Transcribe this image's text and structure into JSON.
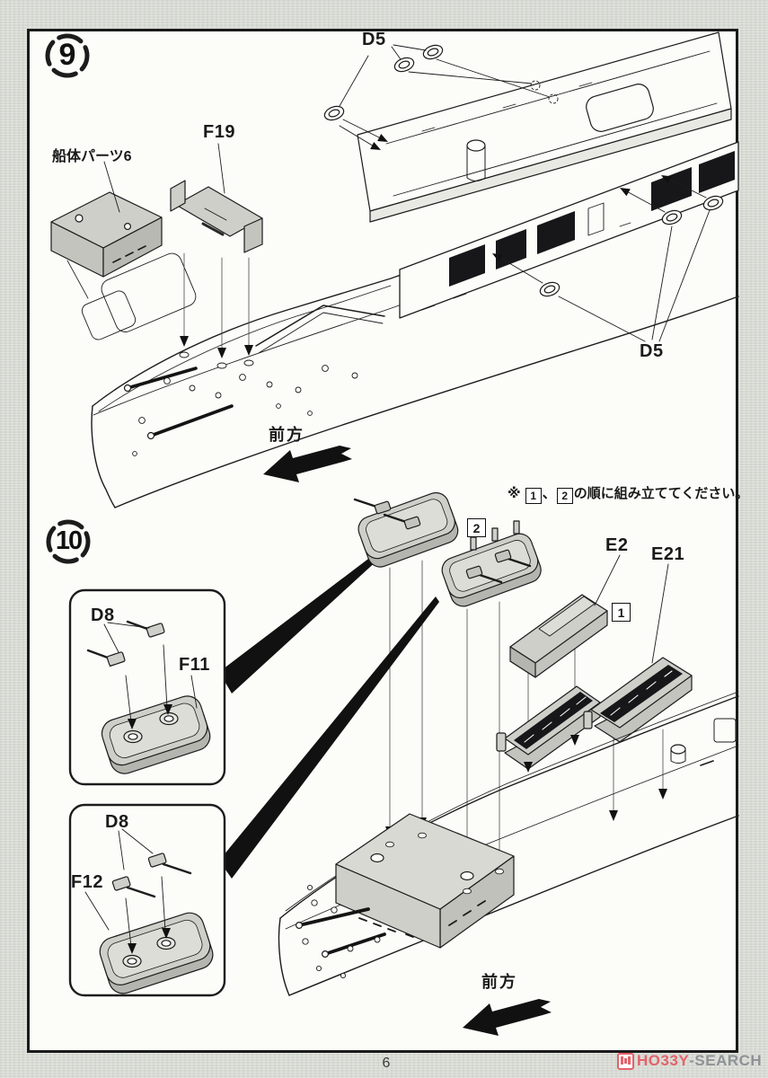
{
  "document": {
    "type": "model-kit-assembly-instructions",
    "page_number": "6"
  },
  "step9": {
    "number": "9",
    "labels": {
      "d5_top": "D5",
      "d5_right": "D5",
      "hull_part6": "船体パーツ6",
      "f19": "F19"
    },
    "direction": "前方"
  },
  "step10": {
    "number": "10",
    "note": {
      "prefix": "※ ",
      "box1": "1",
      "comma": "、",
      "box2": "2",
      "suffix": "の順に組み立ててください。"
    },
    "labels": {
      "e2": "E2",
      "e21": "E21",
      "seq1": "1",
      "seq2": "2"
    },
    "inset_f11": {
      "d8": "D8",
      "f11": "F11"
    },
    "inset_f12": {
      "d8": "D8",
      "f12": "F12"
    },
    "direction": "前方"
  },
  "watermark": {
    "brand": "HO33Y",
    "suffix": "-SEARCH"
  },
  "colors": {
    "paper": "#fcfcf9",
    "margin": "#d8dbd4",
    "line": "#1c1c1c",
    "part_gray": "#cdcfc8",
    "dark_fill": "#17171a",
    "logo_red": "#e2636b",
    "logo_gray": "#8d9296"
  }
}
